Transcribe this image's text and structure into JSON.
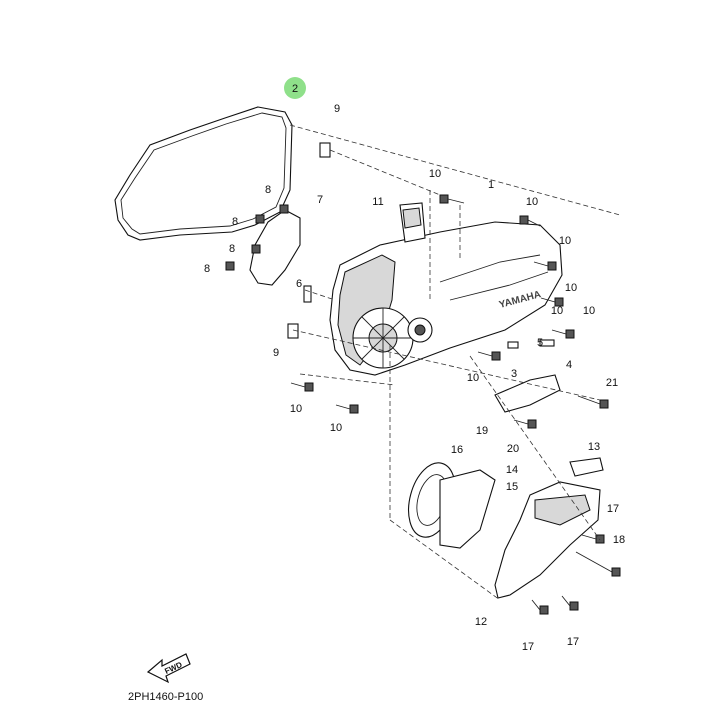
{
  "diagram_code": "2PH1460-P100",
  "fwd_label": "FWD",
  "highlight_color": "#8fe08a",
  "callouts": [
    "2",
    "9",
    "10",
    "1",
    "8",
    "7",
    "11",
    "10",
    "10",
    "8",
    "10",
    "8",
    "8",
    "6",
    "10",
    "10",
    "9",
    "5",
    "4",
    "3",
    "10",
    "21",
    "10",
    "10",
    "19",
    "20",
    "16",
    "13",
    "14",
    "15",
    "17",
    "18",
    "12",
    "17",
    "17"
  ],
  "brand_mark": "YAMAHA"
}
